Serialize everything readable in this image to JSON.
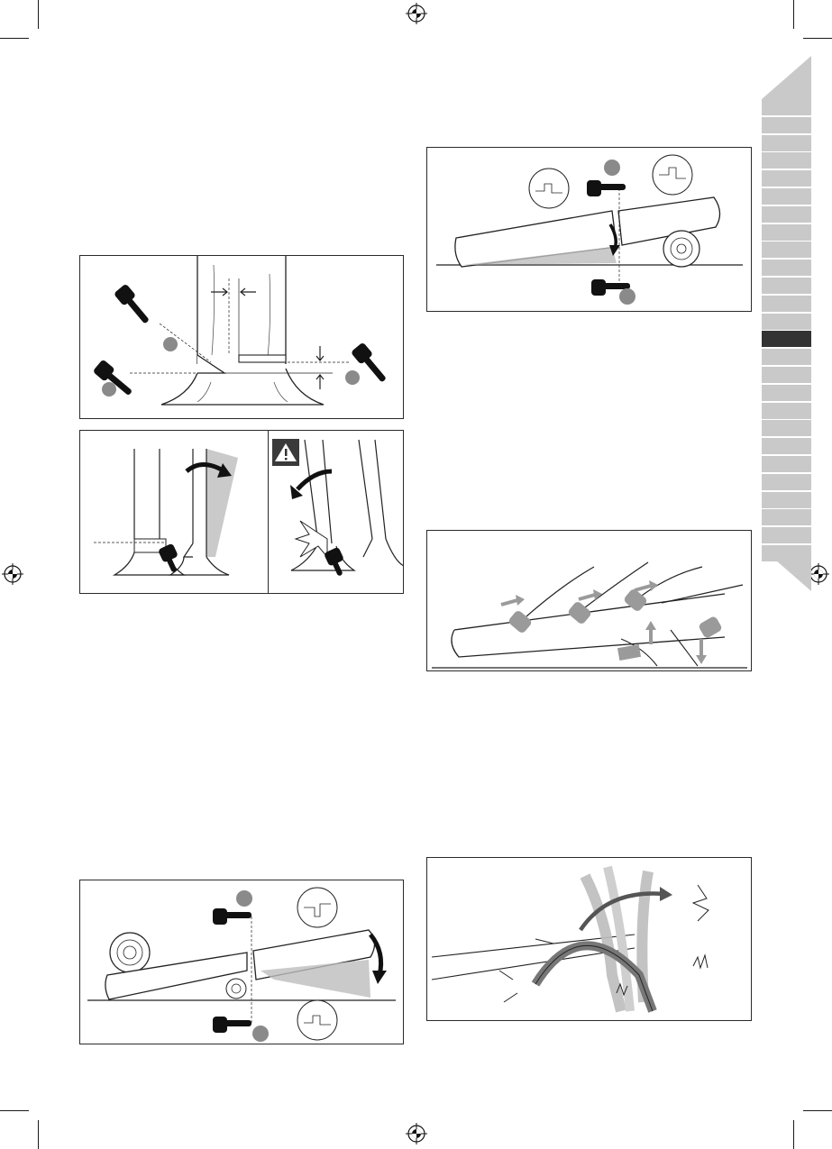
{
  "page": {
    "side_tabs_count": 26,
    "active_tab_index": 13,
    "tab_color": "#c9c9c9",
    "active_tab_color": "#333333",
    "figure_gray": "#bdbdbd",
    "marker_gray": "#8a8a8a"
  },
  "figures": [
    {
      "name": "felling-cut-diagram",
      "icons": [
        "chainsaw-icon",
        "chainsaw-icon",
        "chainsaw-icon",
        "dimension-arrows-icon"
      ]
    },
    {
      "name": "felling-sequence-diagram",
      "icons": [
        "chainsaw-icon",
        "rotation-arrow-icon"
      ]
    },
    {
      "name": "felling-warning-diagram",
      "icons": [
        "warning-icon",
        "chainsaw-icon",
        "rotation-arrow-icon"
      ]
    },
    {
      "name": "log-support-near-end-diagram",
      "icons": [
        "chainsaw-icon",
        "chainsaw-icon",
        "zoom-callout-icon",
        "zoom-callout-icon"
      ]
    },
    {
      "name": "limbing-diagram",
      "icons": [
        "move-arrow-icon",
        "move-arrow-icon",
        "move-arrow-icon",
        "up-arrow-icon",
        "down-arrow-icon"
      ]
    },
    {
      "name": "log-support-center-diagram",
      "icons": [
        "chainsaw-icon",
        "chainsaw-icon",
        "zoom-callout-icon",
        "zoom-callout-icon",
        "rotation-arrow-icon"
      ]
    },
    {
      "name": "spring-pole-diagram",
      "icons": [
        "swing-arrow-icon"
      ]
    }
  ]
}
